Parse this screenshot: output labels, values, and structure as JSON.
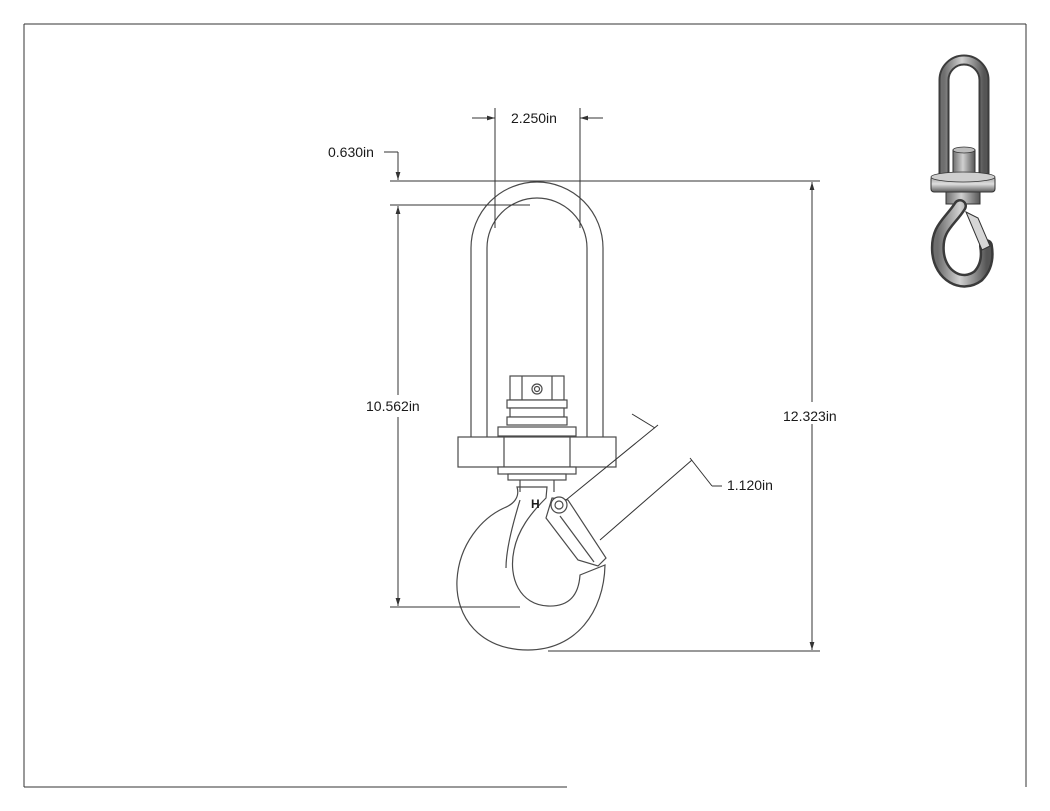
{
  "dimensions": {
    "top_width": "2.250in",
    "top_offset": "0.630in",
    "inner_height": "10.562in",
    "overall_height": "12.323in",
    "throat": "1.120in"
  },
  "hook_marker": "H"
}
